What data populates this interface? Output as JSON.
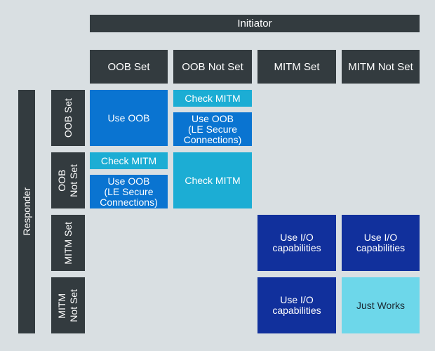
{
  "initiator": "Initiator",
  "responder": "Responder",
  "columns": [
    "OOB Set",
    "OOB Not Set",
    "MITM Set",
    "MITM Not Set"
  ],
  "rows": {
    "oob_set": "OOB Set",
    "oob_not_set": [
      "OOB",
      "Not Set"
    ],
    "mitm_set": "MITM Set",
    "mitm_not_set": [
      "MITM",
      "Not Set"
    ]
  },
  "cells": {
    "use_oob": "Use OOB",
    "check_mitm": "Check MITM",
    "use_oob_le": [
      "Use OOB",
      "(LE Secure",
      "Connections)"
    ],
    "use_io": [
      "Use I/O",
      "capabilities"
    ],
    "just_works": "Just Works"
  },
  "colors": {
    "background": "#d9dfe2",
    "header": "#333b3f",
    "use_oob": "#0a74d1",
    "check_mitm": "#1cadd4",
    "use_io": "#11309c",
    "just_works": "#6dd7ea"
  }
}
